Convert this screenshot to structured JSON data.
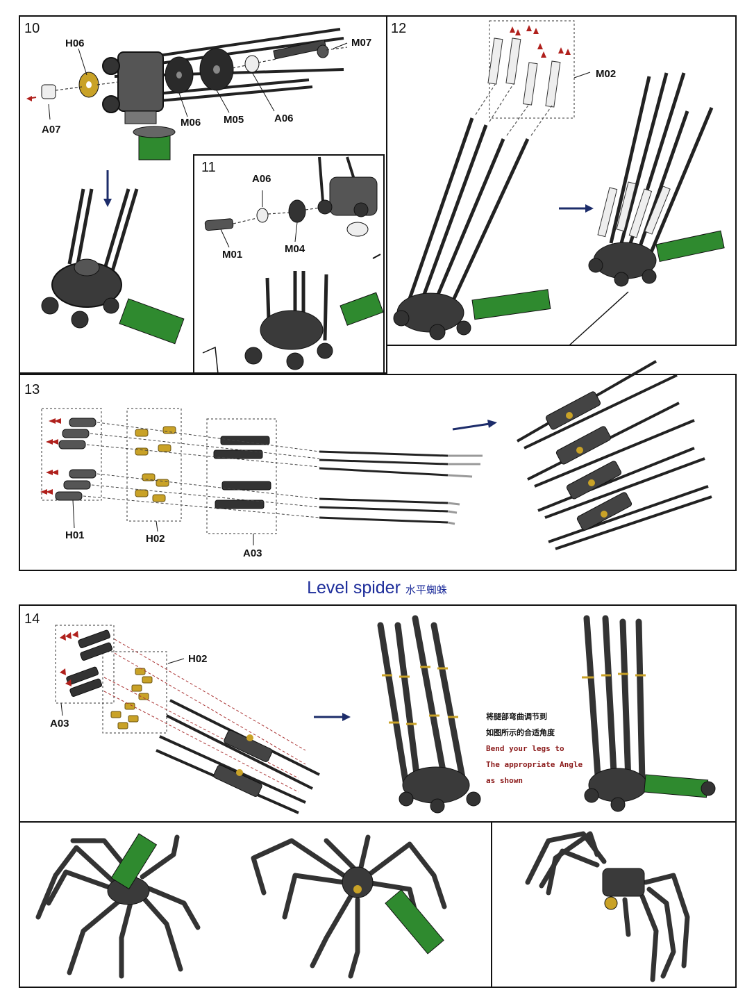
{
  "title": {
    "en": "Level spider",
    "zh": "水平蜘蛛"
  },
  "steps": {
    "s10": {
      "number": "10",
      "labels": {
        "h06": "H06",
        "m07": "M07",
        "a07": "A07",
        "m06": "M06",
        "m05": "M05",
        "a06": "A06"
      }
    },
    "s11": {
      "number": "11",
      "labels": {
        "a06": "A06",
        "m01": "M01",
        "m04": "M04"
      }
    },
    "s12": {
      "number": "12",
      "labels": {
        "m02": "M02"
      }
    },
    "s13": {
      "number": "13",
      "labels": {
        "h01": "H01",
        "h02": "H02",
        "a03": "A03"
      }
    },
    "s14": {
      "number": "14",
      "labels": {
        "h02": "H02",
        "a03": "A03"
      }
    }
  },
  "note": {
    "zh_line1": "将腿部弯曲调节到",
    "zh_line2": "如图所示的合适角度",
    "en_line1": "Bend your legs to",
    "en_line2": "The appropriate Angle",
    "en_line3": "as shown"
  },
  "colors": {
    "accent_title": "#1c2c9a",
    "arrow_red": "#b0201c",
    "arrow_blue": "#1c2c6a",
    "green_part": "#2f8a2f",
    "brass": "#c9a227"
  }
}
